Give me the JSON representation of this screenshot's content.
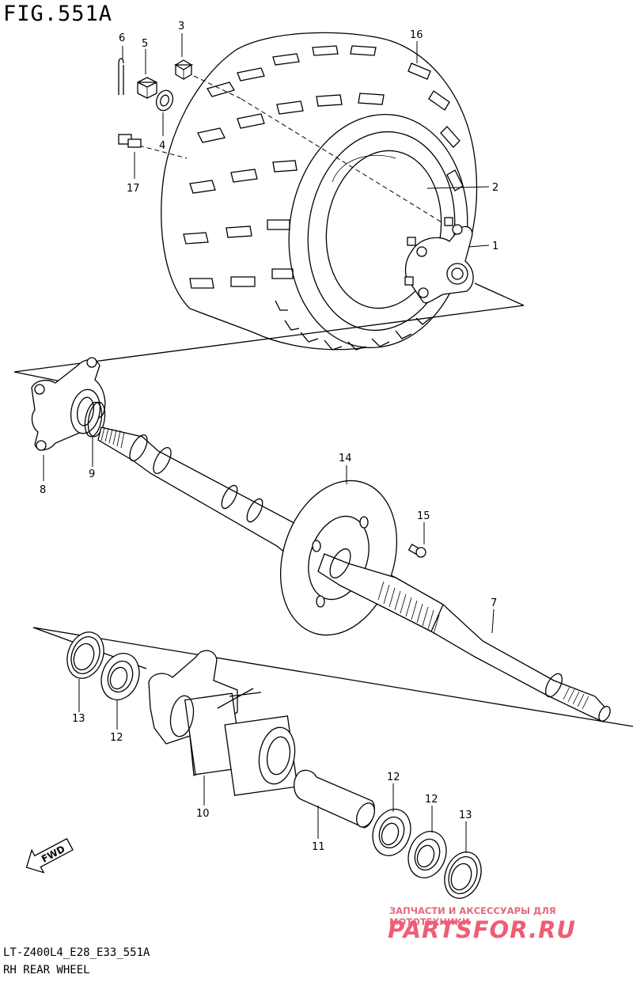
{
  "figure": {
    "title": "FIG.551A",
    "code": "LT-Z400L4_E28_E33_551A",
    "caption": "RH REAR WHEEL"
  },
  "parts": [
    {
      "label": "1"
    },
    {
      "label": "2"
    },
    {
      "label": "3"
    },
    {
      "label": "4"
    },
    {
      "label": "5"
    },
    {
      "label": "6"
    },
    {
      "label": "7"
    },
    {
      "label": "8"
    },
    {
      "label": "9"
    },
    {
      "label": "10"
    },
    {
      "label": "11"
    },
    {
      "label": "12"
    },
    {
      "label": "12"
    },
    {
      "label": "12"
    },
    {
      "label": "13"
    },
    {
      "label": "13"
    },
    {
      "label": "14"
    },
    {
      "label": "15"
    },
    {
      "label": "16"
    },
    {
      "label": "17"
    }
  ],
  "fwd_label": "FWD",
  "watermark": {
    "tagline": "ЗАПЧАСТИ И АКСЕССУАРЫ ДЛЯ МОТОТЕХНИКИ",
    "logo": "PARTSFOR.RU"
  },
  "icons": [
    "fwd-arrow-icon"
  ]
}
